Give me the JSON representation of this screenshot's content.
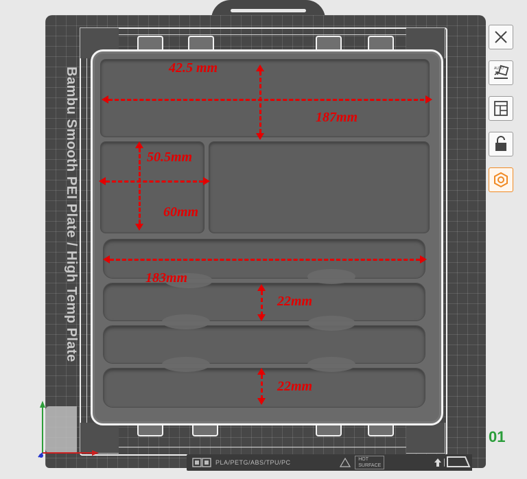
{
  "plate": {
    "label": "Bambu Smooth PEI Plate / High Temp Plate",
    "number": "01",
    "number_color": "#2a9d3a"
  },
  "dimensions": {
    "top_height": "42.5 mm",
    "top_width": "187mm",
    "mid_height": "50.5mm",
    "mid_width": "60mm",
    "long_width": "183mm",
    "slot_height_1": "22mm",
    "slot_height_2": "22mm",
    "line_color": "#e30000"
  },
  "toolbar": {
    "close_icon": "close-icon",
    "auto_orient_label": "AUTO",
    "arrange_icon": "arrange-layout-icon",
    "lock_icon": "lock-icon",
    "settings_icon": "plate-settings-icon",
    "accent": "#f08a24"
  },
  "infobar": {
    "filaments": "PLA/PETG/ABS/TPU/PC",
    "hot_surface_line1": "HOT",
    "hot_surface_line2": "SURFACE"
  },
  "axes": {
    "x_color": "#cc1f1f",
    "y_color": "#2e9e3a",
    "z_color": "#2233cc"
  }
}
